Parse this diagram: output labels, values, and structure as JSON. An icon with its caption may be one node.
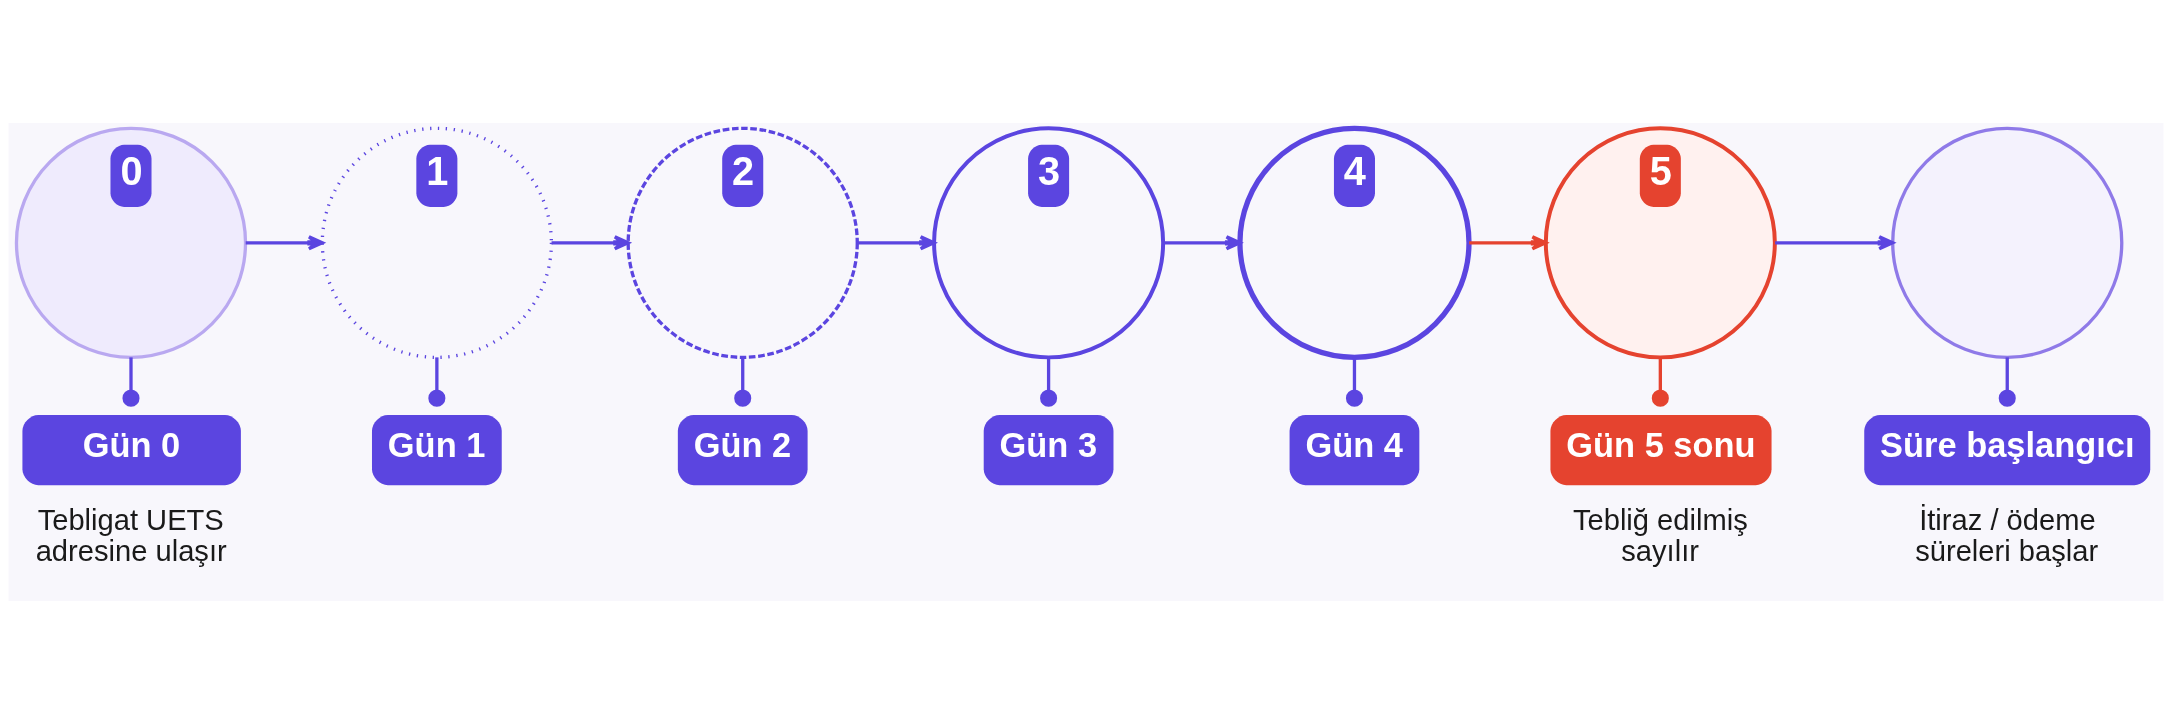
{
  "diagram": {
    "nodes": [
      {
        "text": [
          "0"
        ]
      },
      {
        "text": [
          "1"
        ]
      },
      {
        "text": [
          "2"
        ]
      },
      {
        "text": [
          "3"
        ]
      },
      {
        "text": [
          "4"
        ]
      },
      {
        "text": [
          "5"
        ]
      },
      {
        "text": [],
        "shape": "circle"
      },
      {
        "text": [
          "Gün 0"
        ],
        "beside": [
          "Tebligat UETS adresine ulaşır"
        ]
      },
      {
        "text": [
          "Gün 1"
        ]
      },
      {
        "text": [
          "Gün 2"
        ]
      },
      {
        "text": [
          "Gün 3"
        ]
      },
      {
        "text": [
          "Gün 4"
        ]
      },
      {
        "text": [
          "Gün 5 sonu"
        ],
        "beside": [
          "Tebliğ edilmiş sayılır"
        ]
      },
      {
        "text": [
          "Süre başlangıcı"
        ],
        "beside": [
          "İtiraz / ödeme süreleri başlar"
        ]
      }
    ],
    "edges": [
      {
        "from": 0,
        "to": 1,
        "arrow": "to"
      },
      {
        "from": 1,
        "to": 2,
        "arrow": "to"
      },
      {
        "from": 2,
        "to": 3,
        "arrow": "to"
      },
      {
        "from": 3,
        "to": 4,
        "arrow": "to"
      },
      {
        "from": 4,
        "to": 5,
        "arrow": "to",
        "color": "#e5432f"
      },
      {
        "from": 5,
        "to": 6,
        "arrow": "to"
      },
      {
        "from": 0,
        "to": 7,
        "arrow": "other"
      },
      {
        "from": 1,
        "to": 8,
        "arrow": "other"
      },
      {
        "from": 2,
        "to": 9,
        "arrow": "other"
      },
      {
        "from": 3,
        "to": 10,
        "arrow": "other"
      },
      {
        "from": 4,
        "to": 11,
        "arrow": "other"
      },
      {
        "from": 5,
        "to": 12,
        "arrow": "other",
        "color": "#e5432f"
      },
      {
        "from": 6,
        "to": 13,
        "arrow": "other"
      }
    ]
  }
}
